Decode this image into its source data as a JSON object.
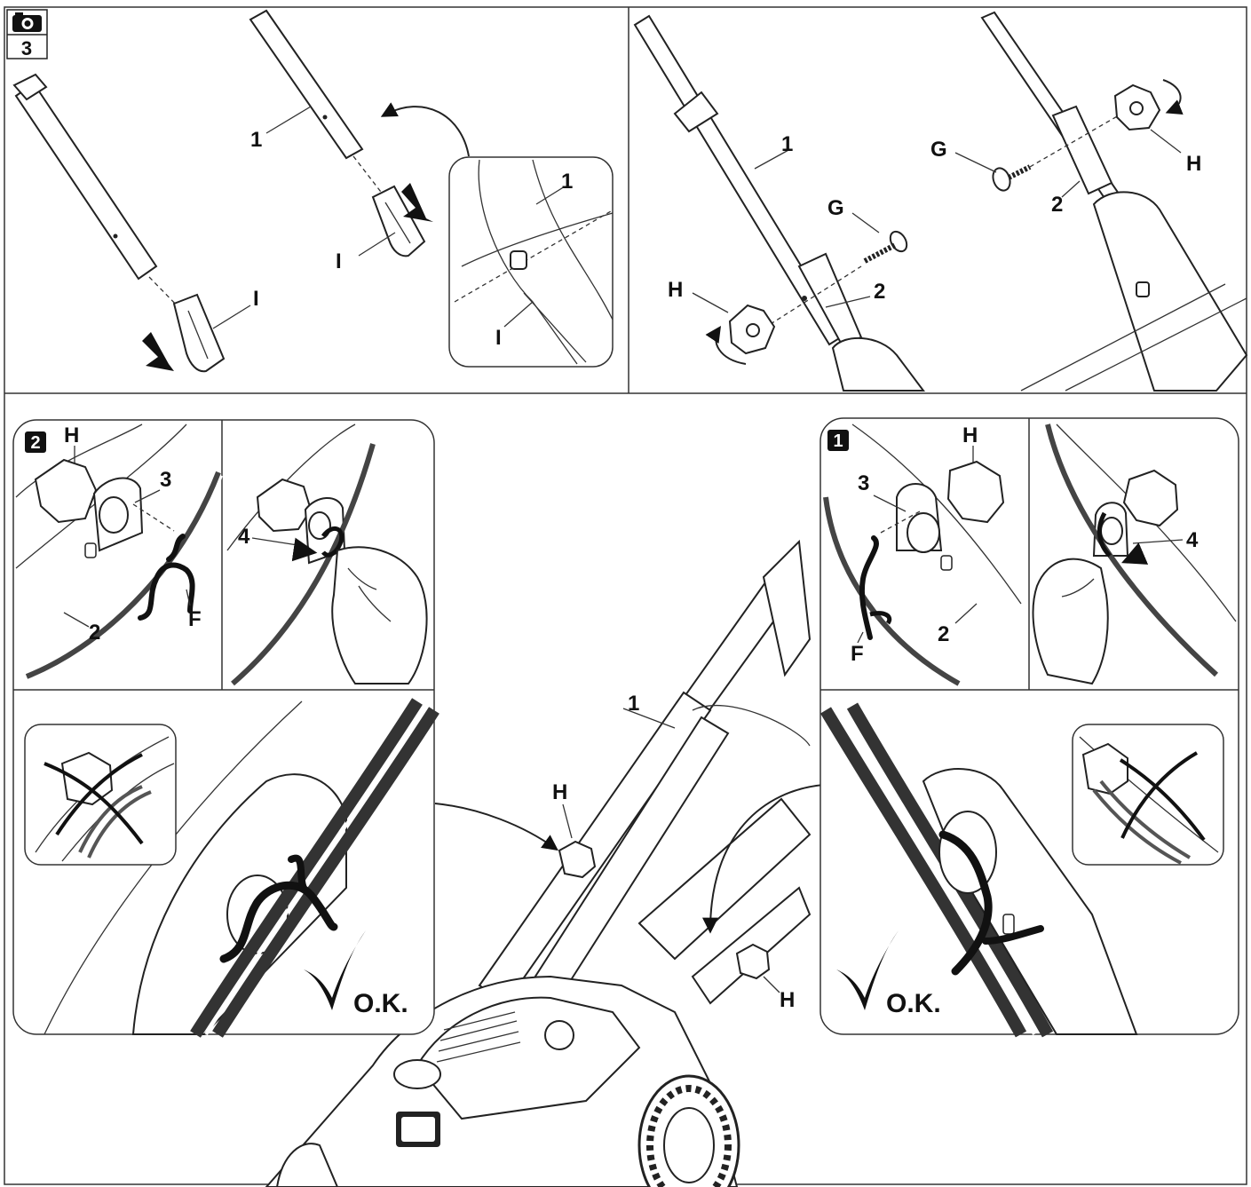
{
  "figure": {
    "step_number": "3"
  },
  "labels": {
    "one": "1",
    "two": "2",
    "three": "3",
    "four": "4",
    "f": "F",
    "g": "G",
    "h": "H",
    "i": "I"
  },
  "badges": {
    "step_one": "1",
    "step_two": "2"
  },
  "ok_text": "O.K.",
  "icons": {
    "camera": "camera-icon",
    "check": "check-mark-icon",
    "cross": "cross-mark-icon",
    "curved_arrow": "curved-arrow-icon",
    "push_arrow": "push-arrow-icon",
    "rotate_arrow": "rotate-arrow-icon"
  }
}
